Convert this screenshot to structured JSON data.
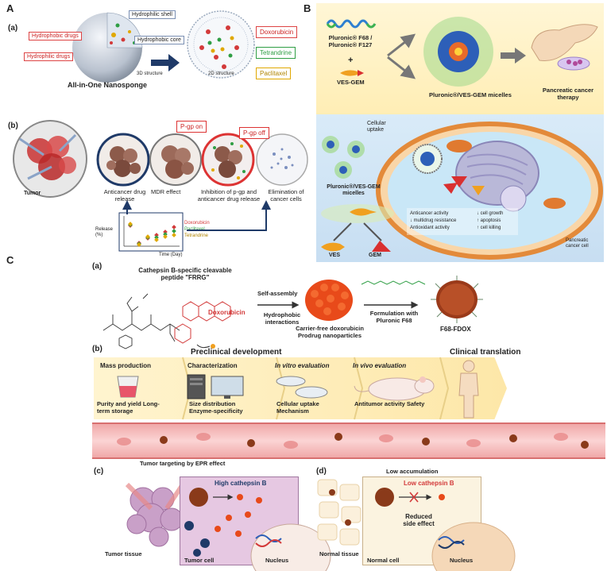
{
  "panel_a": {
    "label": "A",
    "sub_a": "(a)",
    "sub_b": "(b)",
    "hydrophilic_shell": "Hydrophilic shell",
    "hydrophobic_drugs_1": "Hydrophobic drugs",
    "hydrophobic_core": "Hydrophobic core",
    "hydrophilic_drugs": "Hydrophilic drugs",
    "structure_3d": "3D structure",
    "structure_2d": "2D structure",
    "nanosponge_title": "All-in-One Nanosponge",
    "drugs": [
      "Doxorubicin",
      "Tetrandrine",
      "Paclitaxel"
    ],
    "drug_colors": [
      "#d33a3a",
      "#2f9e44",
      "#e0a800"
    ],
    "pgp_on": "P-gp on",
    "pgp_off": "P-gp off",
    "tumor": "Tumor",
    "steps": [
      "Anticancer drug release",
      "MDR effect",
      "Inhibition of p-gp and anticancer drug release",
      "Elimination of cancer cells"
    ],
    "release_ylabel": "Release (%)",
    "release_xlabel": "Time (Day)",
    "release_legend": [
      "Doxorubicin",
      "Paclitaxel",
      "Tetrandrine"
    ]
  },
  "panel_b": {
    "label": "B",
    "pluronic": "Pluronic® F68 / Pluronic® F127",
    "plus": "+",
    "ves_gem": "VES-GEM",
    "micelles_title": "Pluronic®/VES-GEM micelles",
    "therapy": "Pancreatic cancer therapy",
    "cellular_uptake": "Cellular uptake",
    "micelles_left": "Pluronic®/VES-GEM micelles",
    "ves": "VES",
    "gem": "GEM",
    "effects_left": [
      "Anticancer activity",
      "↓ multidrug resistance",
      "Antioxidant activity"
    ],
    "effects_right": [
      "↓ cell growth",
      "↑ apoptosis",
      "↑ cell killing"
    ],
    "pancreatic_cell": "Pancreatic cancer cell"
  },
  "panel_c": {
    "label": "C",
    "sub_a": "(a)",
    "sub_b": "(b)",
    "sub_c": "(c)",
    "sub_d": "(d)",
    "peptide_title": "Cathepsin B-specific cleavable peptide  \"FRRG\"",
    "doxorubicin": "Doxorubicin",
    "self_assembly": "Self-assembly",
    "hydrophobic_interactions": "Hydrophobic interactions",
    "carrier_free": "Carrier-free doxorubicin Prodrug nanoparticles",
    "formulation": "Formulation with Pluronic F68",
    "f68_fdox": "F68-FDOX",
    "preclinical": "Preclinical development",
    "clinical": "Clinical translation",
    "stages": [
      {
        "title": "Mass production",
        "desc": "Purity and yield Long-term storage"
      },
      {
        "title": "Characterization",
        "desc": "Size distribution Enzyme-specificity"
      },
      {
        "title": "In vitro evaluation",
        "desc": "Cellular uptake Mechanism"
      },
      {
        "title": "In vivo evaluation",
        "desc": "Antitumor activity Safety"
      }
    ],
    "epr": "Tumor targeting by EPR effect",
    "high_cathepsin": "High cathepsin B",
    "tumor_tissue": "Tumor tissue",
    "tumor_cell": "Tumor cell",
    "nucleus_c": "Nucleus",
    "low_accumulation": "Low accumulation",
    "low_cathepsin": "Low cathepsin B",
    "reduced": "Reduced side effect",
    "normal_tissue": "Normal tissue",
    "normal_cell": "Normal cell",
    "nucleus_d": "Nucleus"
  }
}
